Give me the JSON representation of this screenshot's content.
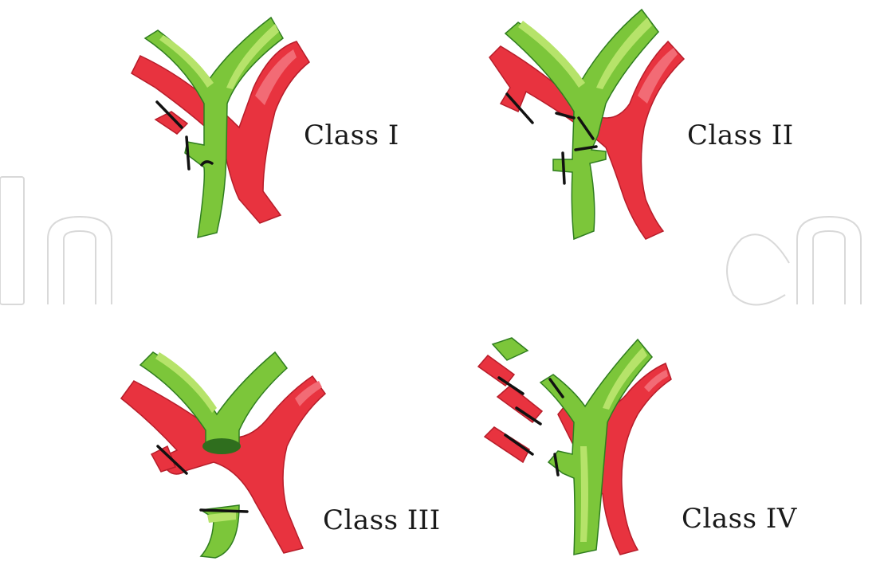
{
  "figure": {
    "panels": [
      {
        "id": "class-1",
        "label": "Class I"
      },
      {
        "id": "class-2",
        "label": "Class II"
      },
      {
        "id": "class-3",
        "label": "Class III"
      },
      {
        "id": "class-4",
        "label": "Class IV"
      }
    ],
    "colors": {
      "artery": "#e8333f",
      "vein": "#7cc63a",
      "ligature": "#111111"
    }
  }
}
